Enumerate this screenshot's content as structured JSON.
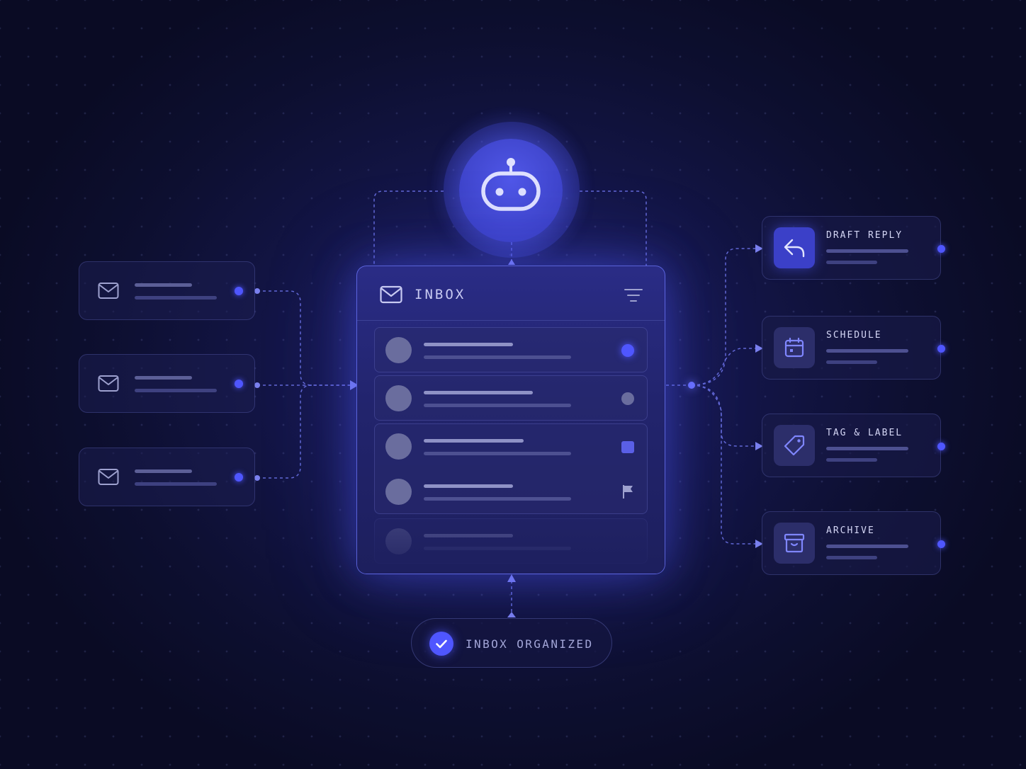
{
  "inbox": {
    "title": "INBOX",
    "mail_icon": "mail-icon",
    "filter_icon": "filter-icon",
    "rows": [
      {
        "status": "unread-dot",
        "bar_width_pct": 50
      },
      {
        "status": "read-dot",
        "bar_width_pct": 75
      },
      {
        "status": "square-badge",
        "bar_width_pct": 68
      },
      {
        "status": "flag-icon",
        "bar_width_pct": 60
      },
      {
        "status": "none",
        "bar_width_pct": 60
      }
    ]
  },
  "assistant": {
    "icon": "robot-icon"
  },
  "sources": [
    {
      "icon": "mail-icon"
    },
    {
      "icon": "mail-icon"
    },
    {
      "icon": "mail-icon"
    }
  ],
  "actions": [
    {
      "label": "DRAFT REPLY",
      "icon": "reply-icon",
      "highlighted": true
    },
    {
      "label": "SCHEDULE",
      "icon": "calendar-icon",
      "highlighted": false
    },
    {
      "label": "TAG & LABEL",
      "icon": "tag-icon",
      "highlighted": false
    },
    {
      "label": "ARCHIVE",
      "icon": "archive-icon",
      "highlighted": false
    }
  ],
  "status": {
    "label": "INBOX ORGANIZED",
    "icon": "check-icon"
  },
  "colors": {
    "accent": "#4f56ff",
    "background": "#0d0f30",
    "card_border": "#8c96ff"
  }
}
